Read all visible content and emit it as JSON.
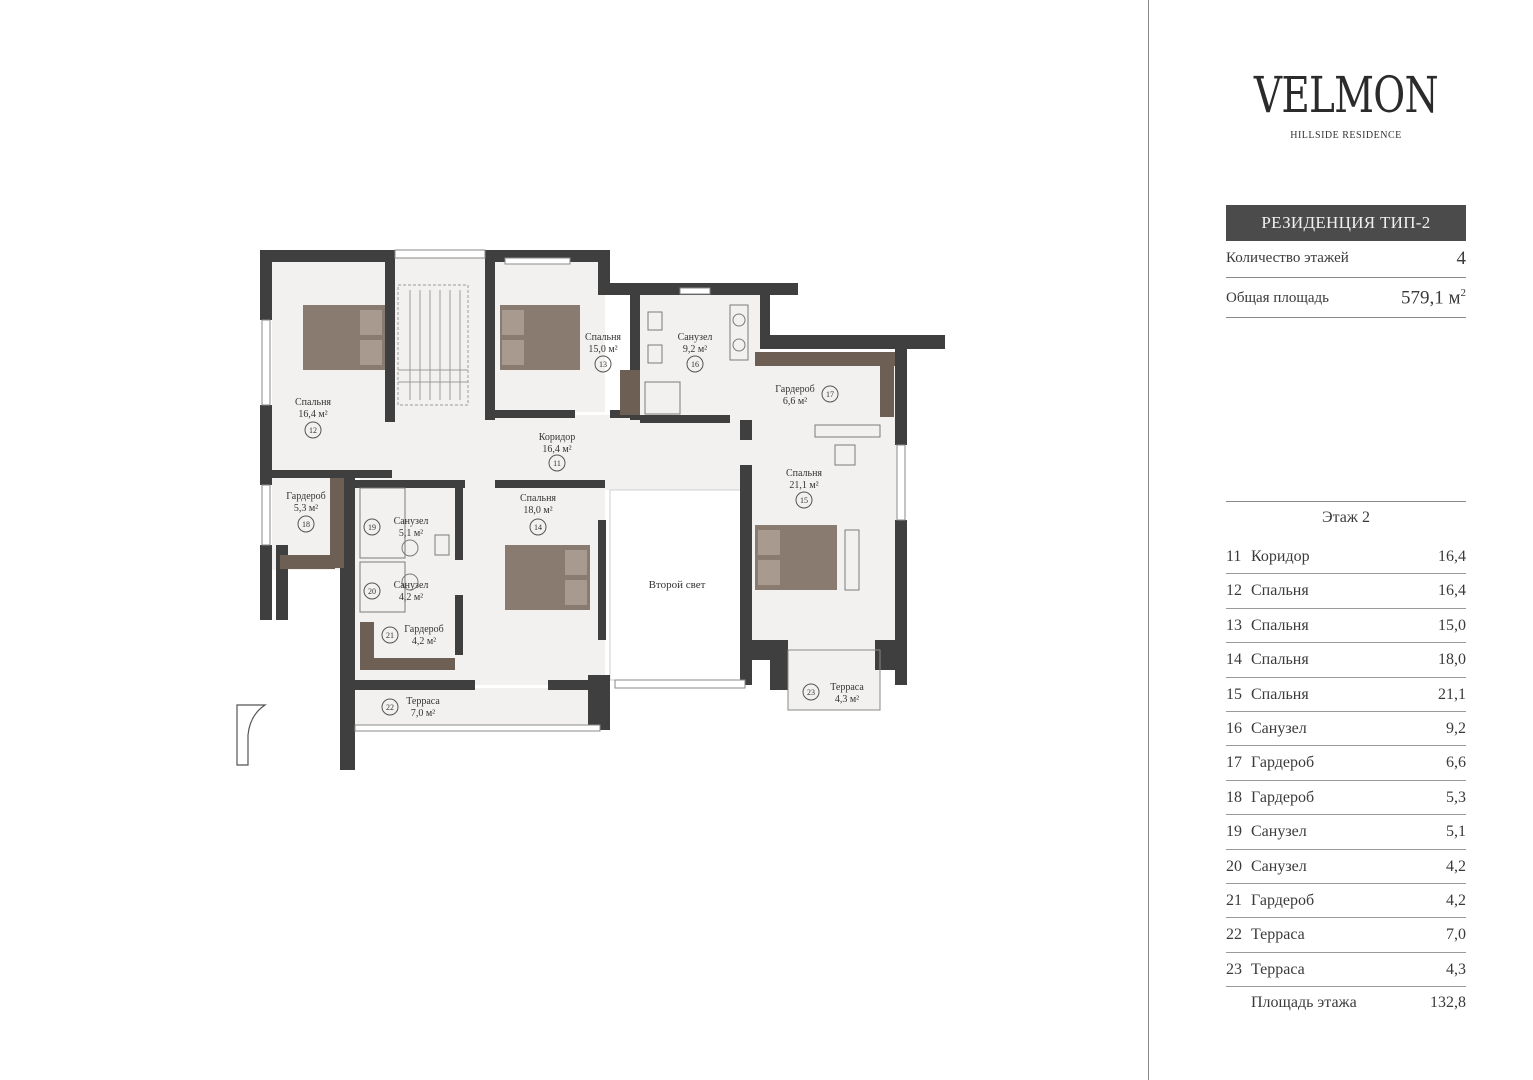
{
  "brand": {
    "name": "VELMON",
    "subtitle": "HILLSIDE RESIDENCE"
  },
  "residence": {
    "title": "РЕЗИДЕНЦИЯ ТИП-2",
    "floors_label": "Количество этажей",
    "floors_value": "4",
    "area_label": "Общая площадь",
    "area_value": "579,1 м",
    "area_sup": "2"
  },
  "floor": {
    "title": "Этаж 2",
    "rooms": [
      {
        "num": "11",
        "name": "Коридор",
        "area": "16,4"
      },
      {
        "num": "12",
        "name": "Спальня",
        "area": "16,4"
      },
      {
        "num": "13",
        "name": "Спальня",
        "area": "15,0"
      },
      {
        "num": "14",
        "name": "Спальня",
        "area": "18,0"
      },
      {
        "num": "15",
        "name": "Спальня",
        "area": "21,1"
      },
      {
        "num": "16",
        "name": "Санузел",
        "area": "9,2"
      },
      {
        "num": "17",
        "name": "Гардероб",
        "area": "6,6"
      },
      {
        "num": "18",
        "name": "Гардероб",
        "area": "5,3"
      },
      {
        "num": "19",
        "name": "Санузел",
        "area": "5,1"
      },
      {
        "num": "20",
        "name": "Санузел",
        "area": "4,2"
      },
      {
        "num": "21",
        "name": "Гардероб",
        "area": "4,2"
      },
      {
        "num": "22",
        "name": "Терраса",
        "area": "7,0"
      },
      {
        "num": "23",
        "name": "Терраса",
        "area": "4,3"
      }
    ],
    "total_label": "Площадь этажа",
    "total_value": "132,8"
  },
  "plan": {
    "colors": {
      "wall": "#3f3f3f",
      "floor": "#f2f1ef",
      "furniture": "#8a7b70",
      "wardrobe": "#6e5f55"
    },
    "labels": {
      "r11": {
        "name": "Коридор",
        "area": "16,4 м²",
        "num": "11"
      },
      "r12": {
        "name": "Спальня",
        "area": "16,4 м²",
        "num": "12"
      },
      "r13": {
        "name": "Спальня",
        "area": "15,0 м²",
        "num": "13"
      },
      "r14": {
        "name": "Спальня",
        "area": "18,0 м²",
        "num": "14"
      },
      "r15": {
        "name": "Спальня",
        "area": "21,1 м²",
        "num": "15"
      },
      "r16": {
        "name": "Санузел",
        "area": "9,2 м²",
        "num": "16"
      },
      "r17": {
        "name": "Гардероб",
        "area": "6,6 м²",
        "num": "17"
      },
      "r18": {
        "name": "Гардероб",
        "area": "5,3 м²",
        "num": "18"
      },
      "r19": {
        "name": "Санузел",
        "area": "5,1 м²",
        "num": "19"
      },
      "r20": {
        "name": "Санузел",
        "area": "4,2 м²",
        "num": "20"
      },
      "r21": {
        "name": "Гардероб",
        "area": "4,2 м²",
        "num": "21"
      },
      "r22": {
        "name": "Терраса",
        "area": "7,0 м²",
        "num": "22"
      },
      "r23": {
        "name": "Терраса",
        "area": "4,3 м²",
        "num": "23"
      },
      "void": "Второй свет"
    }
  }
}
